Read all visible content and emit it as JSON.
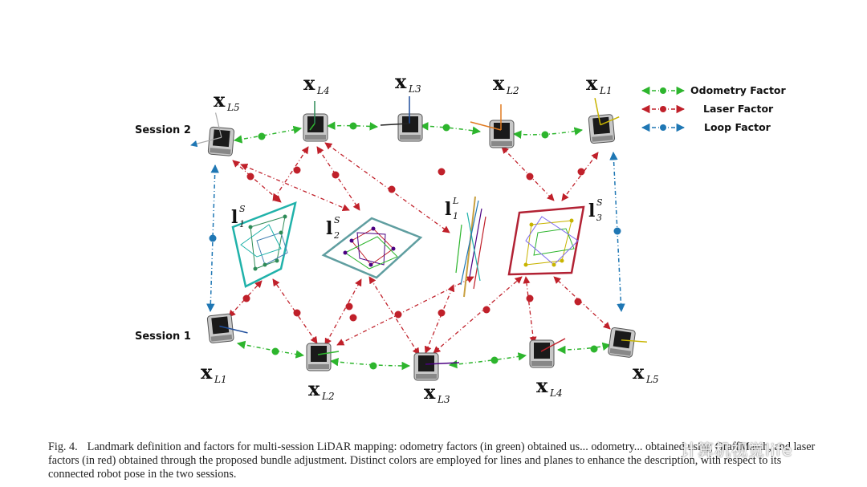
{
  "sessions": {
    "top": "Session 2",
    "bottom": "Session 1"
  },
  "legend": [
    {
      "label": "Odometry Factor",
      "color": "#2db52d"
    },
    {
      "label": "Laser Factor",
      "color": "#c0202a"
    },
    {
      "label": "Loop Factor",
      "color": "#1f77b4"
    }
  ],
  "poses": {
    "top": [
      {
        "base": "x",
        "sub": "L5"
      },
      {
        "base": "x",
        "sub": "L4"
      },
      {
        "base": "x",
        "sub": "L3"
      },
      {
        "base": "x",
        "sub": "L2"
      },
      {
        "base": "x",
        "sub": "L1"
      }
    ],
    "bottom": [
      {
        "base": "x",
        "sub": "L1"
      },
      {
        "base": "x",
        "sub": "L2"
      },
      {
        "base": "x",
        "sub": "L3"
      },
      {
        "base": "x",
        "sub": "L4"
      },
      {
        "base": "x",
        "sub": "L5"
      }
    ]
  },
  "landmarks": [
    {
      "base": "l",
      "sub": "1",
      "sup": "S",
      "color": "#20b2aa"
    },
    {
      "base": "l",
      "sub": "2",
      "sup": "S",
      "color": "#5f9ea0"
    },
    {
      "base": "l",
      "sub": "1",
      "sup": "L",
      "color": "#c8a040"
    },
    {
      "base": "l",
      "sub": "3",
      "sup": "S",
      "color": "#b22234"
    }
  ],
  "caption": {
    "fig": "Fig. 4.",
    "text": "Landmark definition and factors for multi-session LiDAR mapping: odometry factors (in green) obtained us... odometry... obtained using GraffMatch, and laser factors (in red) obtained through the proposed bundle adjustment. Distinct colors are employed for lines and planes to enhance the description, with respect to its connected robot pose in the two sessions."
  },
  "watermark": "计算机视觉life",
  "colors": {
    "odometry": "#2db52d",
    "laser": "#c0202a",
    "loop": "#1f77b4"
  }
}
